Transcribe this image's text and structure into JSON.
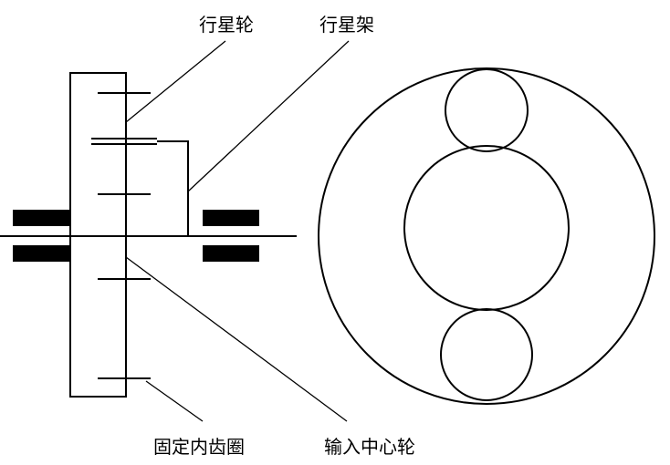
{
  "labels": {
    "planet_gear": "行星轮",
    "planet_carrier": "行星架",
    "fixed_ring_gear": "固定内齿圈",
    "input_sun_gear": "输入中心轮"
  },
  "colors": {
    "line": "#000000",
    "background": "#ffffff",
    "bearing_fill": "#000000"
  }
}
